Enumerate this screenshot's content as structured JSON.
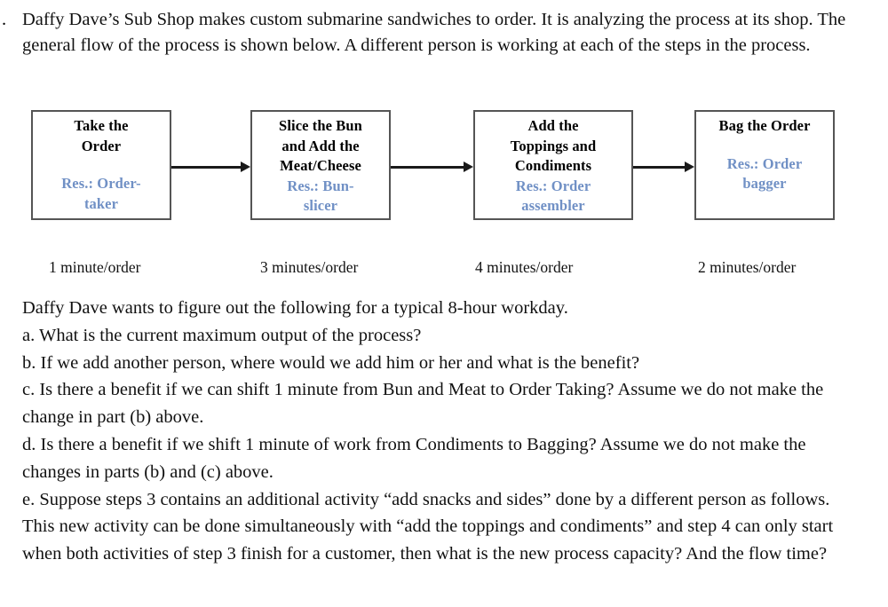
{
  "document": {
    "intro": {
      "marker": ".",
      "text": "Daffy Dave’s Sub Shop makes custom submarine sandwiches to order. It is analyzing the process at its shop. The general flow of the process is shown below. A different person is working at each of the steps in the process."
    },
    "diagram": {
      "type": "process-flow",
      "accent_color": "#7090c5",
      "border_color": "#555555",
      "arrow_color": "#1a1a1a",
      "steps": [
        {
          "title": "Take the Order",
          "title_lines": [
            "Take the",
            "Order"
          ],
          "resource": "Res.: Order-taker",
          "resource_lines": [
            "Res.: Order-",
            "taker"
          ],
          "time_label": "1 minute/order",
          "minutes": 1
        },
        {
          "title": "Slice the Bun and Add the Meat/Cheese",
          "title_lines": [
            "Slice the Bun",
            "and Add the",
            "Meat/Cheese"
          ],
          "resource": "Res.: Bun-slicer",
          "resource_lines": [
            "Res.: Bun-",
            "slicer"
          ],
          "time_label": "3 minutes/order",
          "minutes": 3
        },
        {
          "title": "Add the Toppings and Condiments",
          "title_lines": [
            "Add the",
            "Toppings and",
            "Condiments"
          ],
          "resource": "Res.: Order assembler",
          "resource_lines": [
            "Res.: Order",
            "assembler"
          ],
          "time_label": "4 minutes/order",
          "minutes": 4
        },
        {
          "title": "Bag the Order",
          "title_lines": [
            "Bag the Order"
          ],
          "resource": "Res.: Order bagger",
          "resource_lines": [
            "Res.: Order",
            "bagger"
          ],
          "time_label": "2 minutes/order",
          "minutes": 2
        }
      ]
    },
    "questions": {
      "lead": "Daffy Dave wants to figure out the following for a typical 8-hour workday.",
      "items": [
        "a. What is the current maximum output of the process?",
        "b. If we add another person, where would we add him or her and what is the benefit?",
        "c. Is there a benefit if we can shift 1 minute from Bun and Meat to Order Taking? Assume we do not make the change in part (b) above.",
        "d. Is there a benefit if we shift 1 minute of work from Condiments to Bagging? Assume we do not make the changes in parts (b) and (c) above.",
        "e. Suppose steps 3 contains an additional activity “add snacks and sides” done by a different person as follows. This new activity can be done simultaneously with “add the toppings and condiments” and step 4 can only start when both activities of step 3 finish for a customer, then what is the new process capacity? And the flow time?"
      ]
    }
  }
}
